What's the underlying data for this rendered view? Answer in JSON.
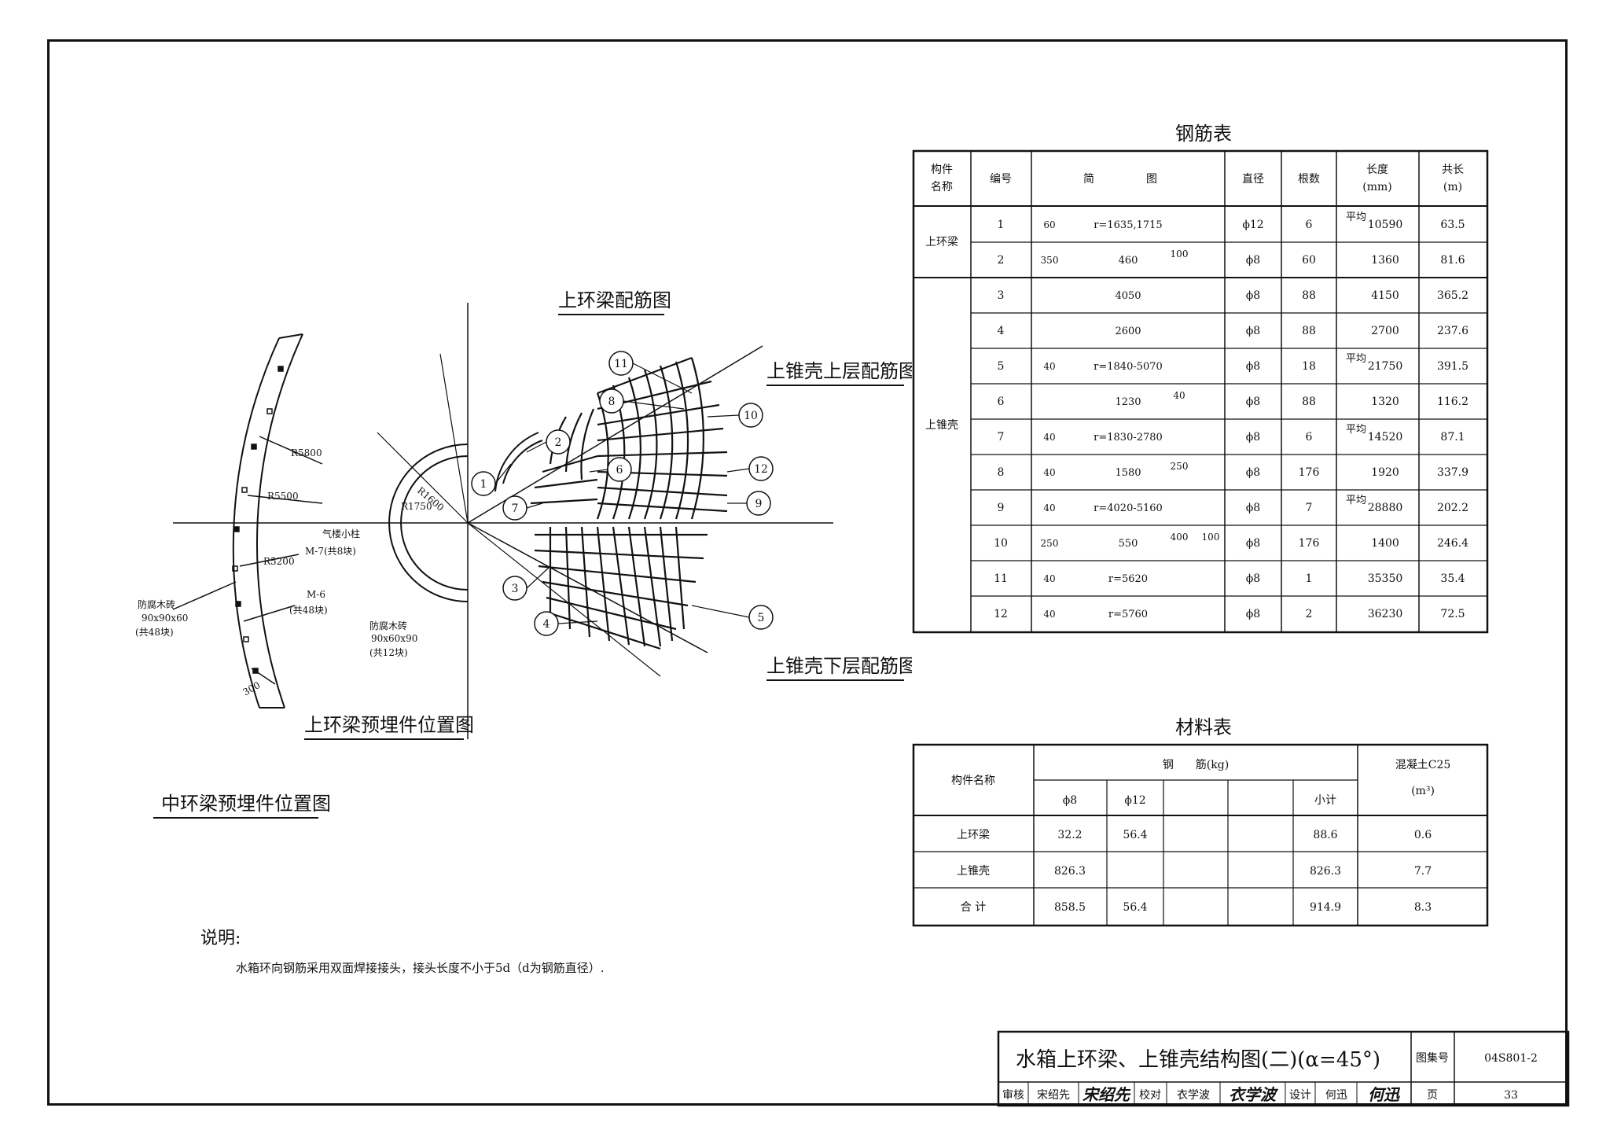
{
  "drawing": {
    "titles": {
      "upper_ring": "上环梁配筋图",
      "cone_upper": "上锥壳上层配筋图",
      "cone_lower": "上锥壳下层配筋图",
      "embed_upper": "上环梁预埋件位置图",
      "embed_middle": "中环梁预埋件位置图"
    },
    "left_labels": {
      "r5800": "R5800",
      "r5500": "R5500",
      "r5200": "R5200",
      "brick_a_name": "防腐木砖",
      "brick_a_size": "90x90x60",
      "brick_a_count": "(共48块)",
      "m6": "M-6",
      "m6_count": "(共48块)",
      "dim300": "300"
    },
    "center_labels": {
      "r1600": "R1600",
      "r1750": "R1750",
      "column": "气楼小柱",
      "m7": "M-7(共8块)",
      "brick_b_name": "防腐木砖",
      "brick_b_size": "90x60x90",
      "brick_b_count": "(共12块)"
    },
    "callouts": [
      "1",
      "2",
      "3",
      "4",
      "5",
      "6",
      "7",
      "8",
      "9",
      "10",
      "11",
      "12"
    ]
  },
  "rebar_table": {
    "title": "钢筋表",
    "headers": {
      "name_l1": "构件",
      "name_l2": "名称",
      "no": "编号",
      "sketch_a": "简",
      "sketch_b": "图",
      "dia": "直径",
      "count": "根数",
      "len_l1": "长度",
      "len_l2": "(mm)",
      "total_l1": "共长",
      "total_l2": "(m)"
    },
    "groups": [
      "上环梁",
      "上锥壳"
    ],
    "rows": [
      {
        "no": "1",
        "sketch_a": "60",
        "sketch_b": "r=1635,1715",
        "dia": "ϕ12",
        "count": "6",
        "avg": "平均",
        "len": "10590",
        "total": "63.5"
      },
      {
        "no": "2",
        "sketch_a": "350",
        "sketch_c": "100",
        "sketch_b": "460",
        "dia": "ϕ8",
        "count": "60",
        "avg": "",
        "len": "1360",
        "total": "81.6"
      },
      {
        "no": "3",
        "sketch_b": "4050",
        "dia": "ϕ8",
        "count": "88",
        "avg": "",
        "len": "4150",
        "total": "365.2"
      },
      {
        "no": "4",
        "sketch_b": "2600",
        "dia": "ϕ8",
        "count": "88",
        "avg": "",
        "len": "2700",
        "total": "237.6"
      },
      {
        "no": "5",
        "sketch_a": "40",
        "sketch_b": "r=1840-5070",
        "dia": "ϕ8",
        "count": "18",
        "avg": "平均",
        "len": "21750",
        "total": "391.5"
      },
      {
        "no": "6",
        "sketch_b": "1230",
        "sketch_c": "40",
        "dia": "ϕ8",
        "count": "88",
        "avg": "",
        "len": "1320",
        "total": "116.2"
      },
      {
        "no": "7",
        "sketch_a": "40",
        "sketch_b": "r=1830-2780",
        "dia": "ϕ8",
        "count": "6",
        "avg": "平均",
        "len": "14520",
        "total": "87.1"
      },
      {
        "no": "8",
        "sketch_a": "40",
        "sketch_b": "1580",
        "sketch_c": "250",
        "dia": "ϕ8",
        "count": "176",
        "avg": "",
        "len": "1920",
        "total": "337.9"
      },
      {
        "no": "9",
        "sketch_a": "40",
        "sketch_b": "r=4020-5160",
        "dia": "ϕ8",
        "count": "7",
        "avg": "平均",
        "len": "28880",
        "total": "202.2"
      },
      {
        "no": "10",
        "sketch_a": "250",
        "sketch_b": "550",
        "sketch_c": "400",
        "sketch_d": "100",
        "dia": "ϕ8",
        "count": "176",
        "avg": "",
        "len": "1400",
        "total": "246.4"
      },
      {
        "no": "11",
        "sketch_a": "40",
        "sketch_b": "r=5620",
        "dia": "ϕ8",
        "count": "1",
        "avg": "",
        "len": "35350",
        "total": "35.4"
      },
      {
        "no": "12",
        "sketch_a": "40",
        "sketch_b": "r=5760",
        "dia": "ϕ8",
        "count": "2",
        "avg": "",
        "len": "36230",
        "total": "72.5"
      }
    ]
  },
  "material_table": {
    "title": "材料表",
    "headers": {
      "name": "构件名称",
      "steel": "钢　　筋(kg)",
      "concrete": "混凝土C25",
      "concrete_unit": "(m³)",
      "d8": "ϕ8",
      "d12": "ϕ12",
      "subtotal": "小计"
    },
    "rows": [
      {
        "name": "上环梁",
        "d8": "32.2",
        "d12": "56.4",
        "subtotal": "88.6",
        "concrete": "0.6"
      },
      {
        "name": "上锥壳",
        "d8": "826.3",
        "d12": "",
        "subtotal": "826.3",
        "concrete": "7.7"
      },
      {
        "name": "合 计",
        "d8": "858.5",
        "d12": "56.4",
        "subtotal": "914.9",
        "concrete": "8.3"
      }
    ]
  },
  "notes": {
    "heading": "说明:",
    "text": "水箱环向钢筋采用双面焊接接头，接头长度不小于5d（d为钢筋直径）."
  },
  "title_block": {
    "title": "水箱上环梁、上锥壳结构图(二)(α=45°)",
    "atlas_label": "图集号",
    "atlas_no": "04S801-2",
    "review": "审核",
    "reviewer": "宋绍先",
    "reviewer_sign": "宋绍先",
    "check": "校对",
    "checker": "衣学波",
    "checker_sign": "衣学波",
    "design": "设计",
    "designer": "何迅",
    "designer_sign": "何迅",
    "page_label": "页",
    "page_no": "33"
  }
}
